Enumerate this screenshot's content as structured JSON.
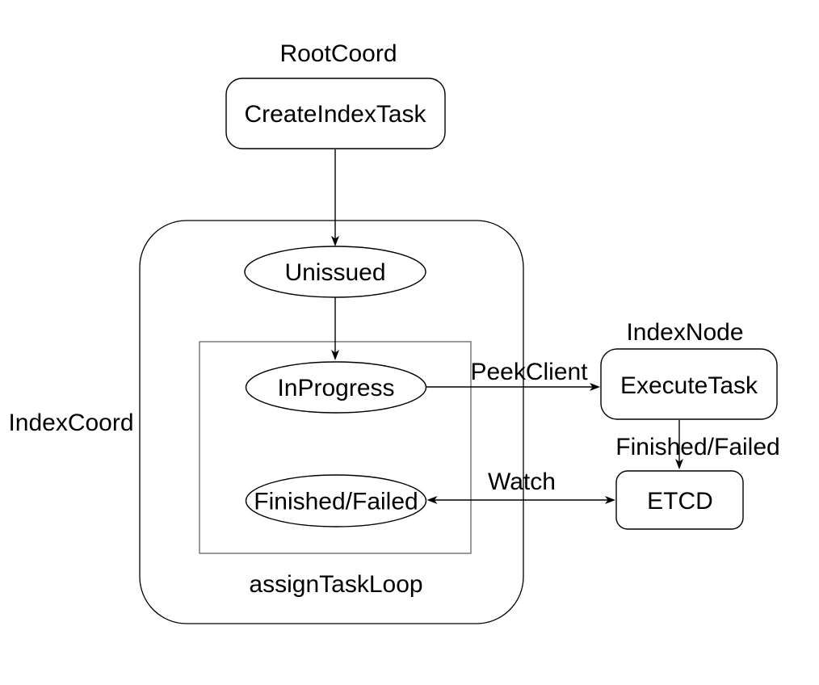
{
  "diagram": {
    "colors": {
      "background": "#ffffff",
      "shape_stroke": "#000000",
      "inner_loop_stroke": "#666666",
      "text": "#000000"
    },
    "groups": {
      "root_coord_label": "RootCoord",
      "index_coord_label": "IndexCoord",
      "index_node_label": "IndexNode",
      "assign_task_loop_label": "assignTaskLoop"
    },
    "nodes": {
      "create_index_task": "CreateIndexTask",
      "unissued": "Unissued",
      "in_progress": "InProgress",
      "finished_failed_state": "Finished/Failed",
      "execute_task": "ExecuteTask",
      "etcd": "ETCD"
    },
    "edges": {
      "peek_client_label": "PeekClient",
      "finished_failed_label": "Finished/Failed",
      "watch_label": "Watch"
    }
  }
}
